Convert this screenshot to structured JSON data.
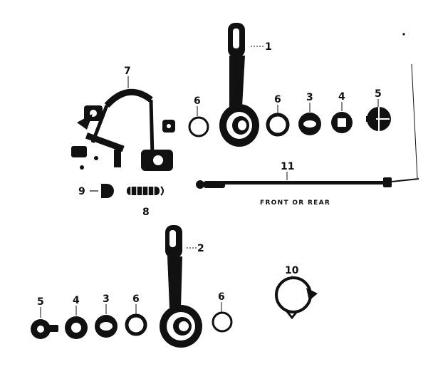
{
  "labels": {
    "n1": "1",
    "n2": "2",
    "n3a": "3",
    "n3b": "3",
    "n4a": "4",
    "n4b": "4",
    "n5a": "5",
    "n5b": "5",
    "n6a": "6",
    "n6b": "6",
    "n6c": "6",
    "n6d": "6",
    "n7": "7",
    "n8": "8",
    "n9": "9",
    "n10": "10",
    "n11": "11",
    "caption": "FRONT OR REAR"
  },
  "colors": {
    "ink": "#111111",
    "paper": "#ffffff"
  }
}
